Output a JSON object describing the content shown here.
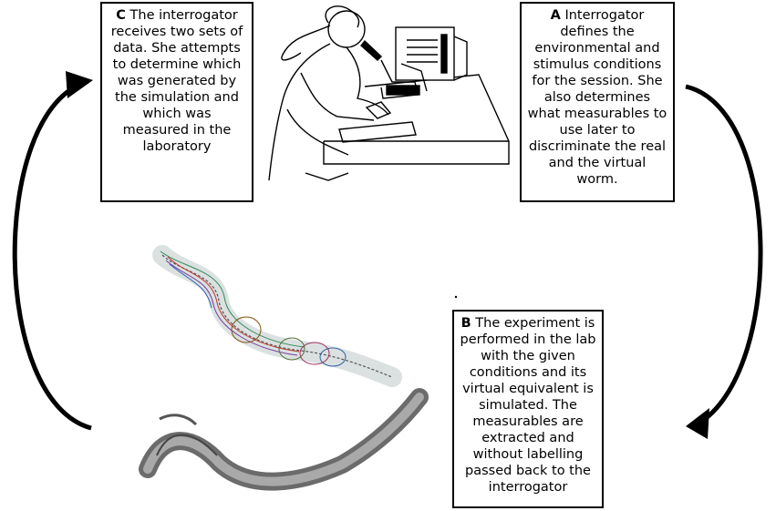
{
  "boxes": {
    "c": {
      "letter": "C",
      "text": "The interrogator receives two sets of data. She attempts to determine which was generated by the simulation and which was measured in the laboratory"
    },
    "a": {
      "letter": "A",
      "text": "Interrogator defines the environmental and stimulus conditions for the session. She also determines what measurables to use later to discriminate the real and the virtual worm."
    },
    "b": {
      "letter": "B",
      "text": "The experiment is performed in the lab with the given conditions and its virtual equivalent is simulated. The measurables are extracted and without labelling passed back to the interrogator"
    }
  },
  "icons": {
    "scientist": "scientist-at-microscope-illustration",
    "virtual_worm": "simulated-worm-illustration",
    "real_worm": "real-worm-photo"
  },
  "colors": {
    "arrow": "#000000",
    "box_border": "#000000"
  }
}
